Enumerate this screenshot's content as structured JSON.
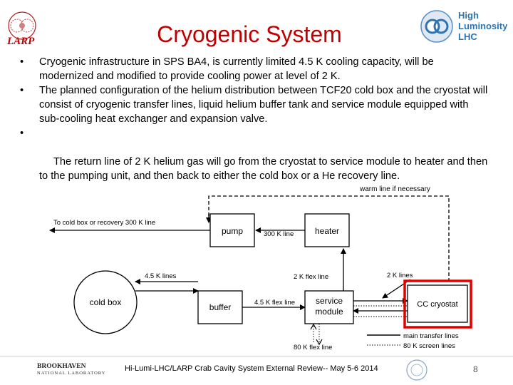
{
  "slide": {
    "title": "Cryogenic System",
    "bullets": [
      "Cryogenic infrastructure in SPS BA4, is currently limited 4.5 K cooling capacity, will be modernized and modified to provide cooling power at level of 2 K.",
      "The planned configuration of the helium distribution between TCF20 cold box and the cryostat will consist of cryogenic transfer lines, liquid helium buffer tank and service module equipped with sub-cooling heat exchanger and expansion valve.",
      " The return line of 2 K helium gas will go from the cryostat to service module to heater and then to the pumping unit, and then back to either the cold box or a He recovery line."
    ],
    "bullet_symbol": "•"
  },
  "logos": {
    "left_logo_text": "LARP",
    "right_logo_lines": [
      "High",
      "Luminosity",
      "LHC"
    ],
    "bottom_logo_main": "BROOKHAVEN",
    "bottom_logo_sub": "NATIONAL LABORATORY"
  },
  "diagram": {
    "boxes": {
      "pump": "pump",
      "heater": "heater",
      "cold_box": "cold box",
      "buffer": "buffer",
      "service_module_line1": "service",
      "service_module_line2": "module",
      "cc_cryostat": "CC cryostat"
    },
    "labels": {
      "warm_line": "warm line if necessary",
      "to_cold_box": "To cold box or recovery 300 K line",
      "line_300k": "300 K line",
      "line_45k": "4.5 K lines",
      "flex_2k": "2 K flex line",
      "lines_2k": "2 K lines",
      "flex_45k": "4.5 K flex line",
      "flex_80k": "80 K flex line"
    },
    "legend": {
      "main": "main transfer lines",
      "screen": "80 K screen lines"
    },
    "highlight_color": "#e00000"
  },
  "footer": {
    "text": "Hi-Lumi-LHC/LARP Crab Cavity System External Review-- May 5-6 2014",
    "page": "8"
  }
}
